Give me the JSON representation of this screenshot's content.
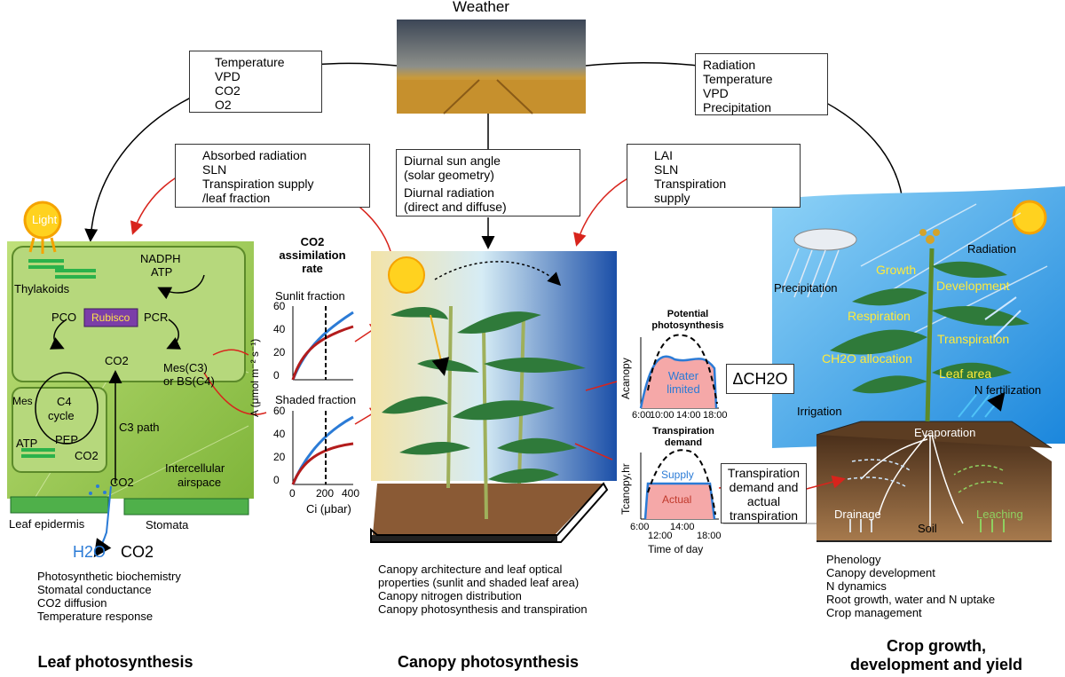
{
  "weather": {
    "title": "Weather"
  },
  "boxes": {
    "leaf_env": [
      "Temperature",
      "VPD",
      "CO2",
      "O2"
    ],
    "crop_env": [
      "Radiation",
      "Temperature",
      "VPD",
      "Precipitation"
    ],
    "canopy_to_leaf": [
      "Absorbed radiation",
      "SLN",
      "Transpiration supply",
      "/leaf fraction"
    ],
    "solar": [
      "Diurnal sun angle",
      "(solar geometry)",
      "Diurnal radiation",
      "(direct and diffuse)"
    ],
    "crop_to_canopy": [
      "LAI",
      "SLN",
      "Transpiration",
      "supply"
    ],
    "delta": "ΔCH2O",
    "transp": [
      "Transpiration",
      "demand and",
      "actual",
      "transpiration"
    ]
  },
  "leaf": {
    "light": "Light",
    "thylakoids": "Thylakoids",
    "nadph": "NADPH",
    "atp": "ATP",
    "pco": "PCO",
    "rubisco": "Rubisco",
    "pcr": "PCR",
    "co2": "CO2",
    "mes_bs": [
      "Mes(C3)",
      "or BS(C4)"
    ],
    "mes": "Mes",
    "c4": "C4",
    "cycle": "cycle",
    "pep": "PEP",
    "atp2": "ATP",
    "co2_b": "CO2",
    "co2_c": "CO2",
    "c3path": "C3 path",
    "airspace": [
      "Intercellular",
      "airspace"
    ],
    "epidermis": "Leaf epidermis",
    "stomata": "Stomata",
    "h2o": "H2O",
    "co2_out": "CO2",
    "list": [
      "Photosynthetic biochemistry",
      "Stomatal conductance",
      "CO2 diffusion",
      "Temperature response"
    ],
    "title": "Leaf photosynthesis"
  },
  "assim": {
    "title": [
      "CO2",
      "assimilation",
      "rate"
    ],
    "sunlit": "Sunlit fraction",
    "shaded": "Shaded fraction",
    "ylabel": "A (μmol m⁻² s⁻¹)",
    "xlabel": "Ci (μbar)",
    "yticks": [
      "60",
      "40",
      "20",
      "0"
    ],
    "xticks": [
      "0",
      "200",
      "400"
    ]
  },
  "canopy": {
    "list": [
      "Canopy architecture and leaf optical",
      "properties (sunlit and shaded leaf area)",
      "Canopy nitrogen distribution",
      "Canopy photosynthesis and transpiration"
    ],
    "title": "Canopy photosynthesis"
  },
  "diurnal": {
    "potential": [
      "Potential",
      "photosynthesis"
    ],
    "water": [
      "Water",
      "limited"
    ],
    "yl1": "Acanopy",
    "tdemand": [
      "Transpiration",
      "demand"
    ],
    "supply": "Supply",
    "actual": "Actual",
    "yl2": "Tcanopy,hr",
    "xticks": [
      "6:00",
      "10:00",
      "14:00",
      "18:00"
    ],
    "xticks2": [
      "12:00"
    ],
    "xlabel": "Time of day"
  },
  "crop": {
    "radiation": "Radiation",
    "precipitation": "Precipitation",
    "growth": "Growth",
    "development": "Development",
    "respiration": "Respiration",
    "transpiration": "Transpiration",
    "ch2o": "CH2O allocation",
    "leafarea": "Leaf area",
    "nfert": "N fertilization",
    "irrigation": "Irrigation",
    "evaporation": "Evaporation",
    "drainage": "Drainage",
    "soil": "Soil",
    "leaching": "Leaching",
    "list": [
      "Phenology",
      "Canopy development",
      "N dynamics",
      "Root growth, water and N uptake",
      "Crop management"
    ],
    "title": [
      "Crop growth,",
      "development and yield"
    ]
  },
  "colors": {
    "red": "#c0392b",
    "blue": "#2b7bd6",
    "leafgreen": "#6fb23a",
    "sky": "#1f8fe0"
  }
}
